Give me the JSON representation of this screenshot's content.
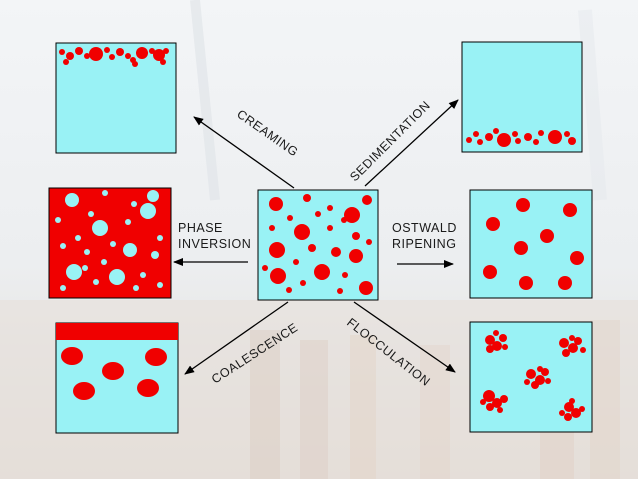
{
  "labels": {
    "creaming": "CREAMING",
    "sedimentation": "SEDIMENTATION",
    "phase_inversion_line1": "PHASE",
    "phase_inversion_line2": "INVERSION",
    "ostwald_line1": "OSTWALD",
    "ostwald_line2": "RIPENING",
    "coalescence": "COALESCENCE",
    "flocculation": "FLOCCULATION"
  },
  "colors": {
    "water": "#99F2F5",
    "oil": "#F00000",
    "arrow": "#000000",
    "background": "#EEF0F2"
  },
  "icons": {
    "arrow": "arrow-icon",
    "droplet": "droplet-icon"
  }
}
